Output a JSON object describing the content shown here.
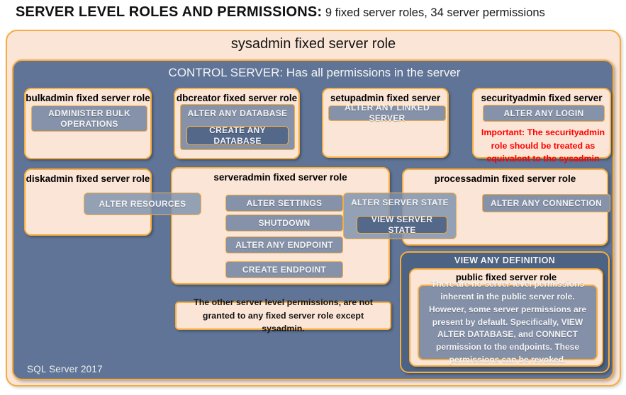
{
  "page": {
    "title_bold": "SERVER LEVEL ROLES AND PERMISSIONS:",
    "title_rest": " 9 fixed server roles, 34 server permissions",
    "footer": "SQL Server 2017"
  },
  "colors": {
    "peach": "#FBE5D6",
    "gold_border": "#F6AD3E",
    "blue_background": "#5F7496",
    "permission_fill": "#8592A9",
    "permission_fill_dark": "#54698A",
    "dark_panel_fill": "#4D6384",
    "warning_red": "#FF0000"
  },
  "sysadmin": {
    "label": "sysadmin fixed server role"
  },
  "control_server": {
    "label": "CONTROL SERVER: Has all permissions in the server"
  },
  "roles": {
    "bulkadmin": {
      "title": "bulkadmin fixed server role",
      "permission": "ADMINISTER BULK OPERATIONS"
    },
    "dbcreator": {
      "title": "dbcreator fixed server role",
      "permission": "ALTER ANY DATABASE",
      "nested_permission": "CREATE ANY DATABASE"
    },
    "setupadmin": {
      "title": "setupadmin fixed server role",
      "permission": "ALTER ANY LINKED SERVER"
    },
    "securityadmin": {
      "title": "securityadmin fixed server role",
      "permission": "ALTER ANY LOGIN",
      "warning": "Important: The securityadmin role should be treated as equivalent to the sysadmin role."
    },
    "diskadmin": {
      "title": "diskadmin fixed server role",
      "permission": "ALTER RESOURCES"
    },
    "serveradmin": {
      "title": "serveradmin fixed server role",
      "permissions": [
        "ALTER SETTINGS",
        "SHUTDOWN",
        "ALTER ANY ENDPOINT",
        "CREATE ENDPOINT"
      ],
      "shared_permission": "ALTER SERVER STATE",
      "shared_nested_permission": "VIEW SERVER STATE"
    },
    "processadmin": {
      "title": "processadmin fixed server role",
      "permission": "ALTER ANY CONNECTION"
    },
    "public": {
      "container_permission": "VIEW ANY DEFINITION",
      "title": "public fixed server role",
      "description": "There are no server-level permissions inherent in the public server role. However, some server permissions are present by default. Specifically, VIEW ALTER DATABASE, and CONNECT permission to the endpoints. These permissions can be revoked."
    }
  },
  "note": "The other server level permissions, are not granted to any fixed server role except sysadmin."
}
